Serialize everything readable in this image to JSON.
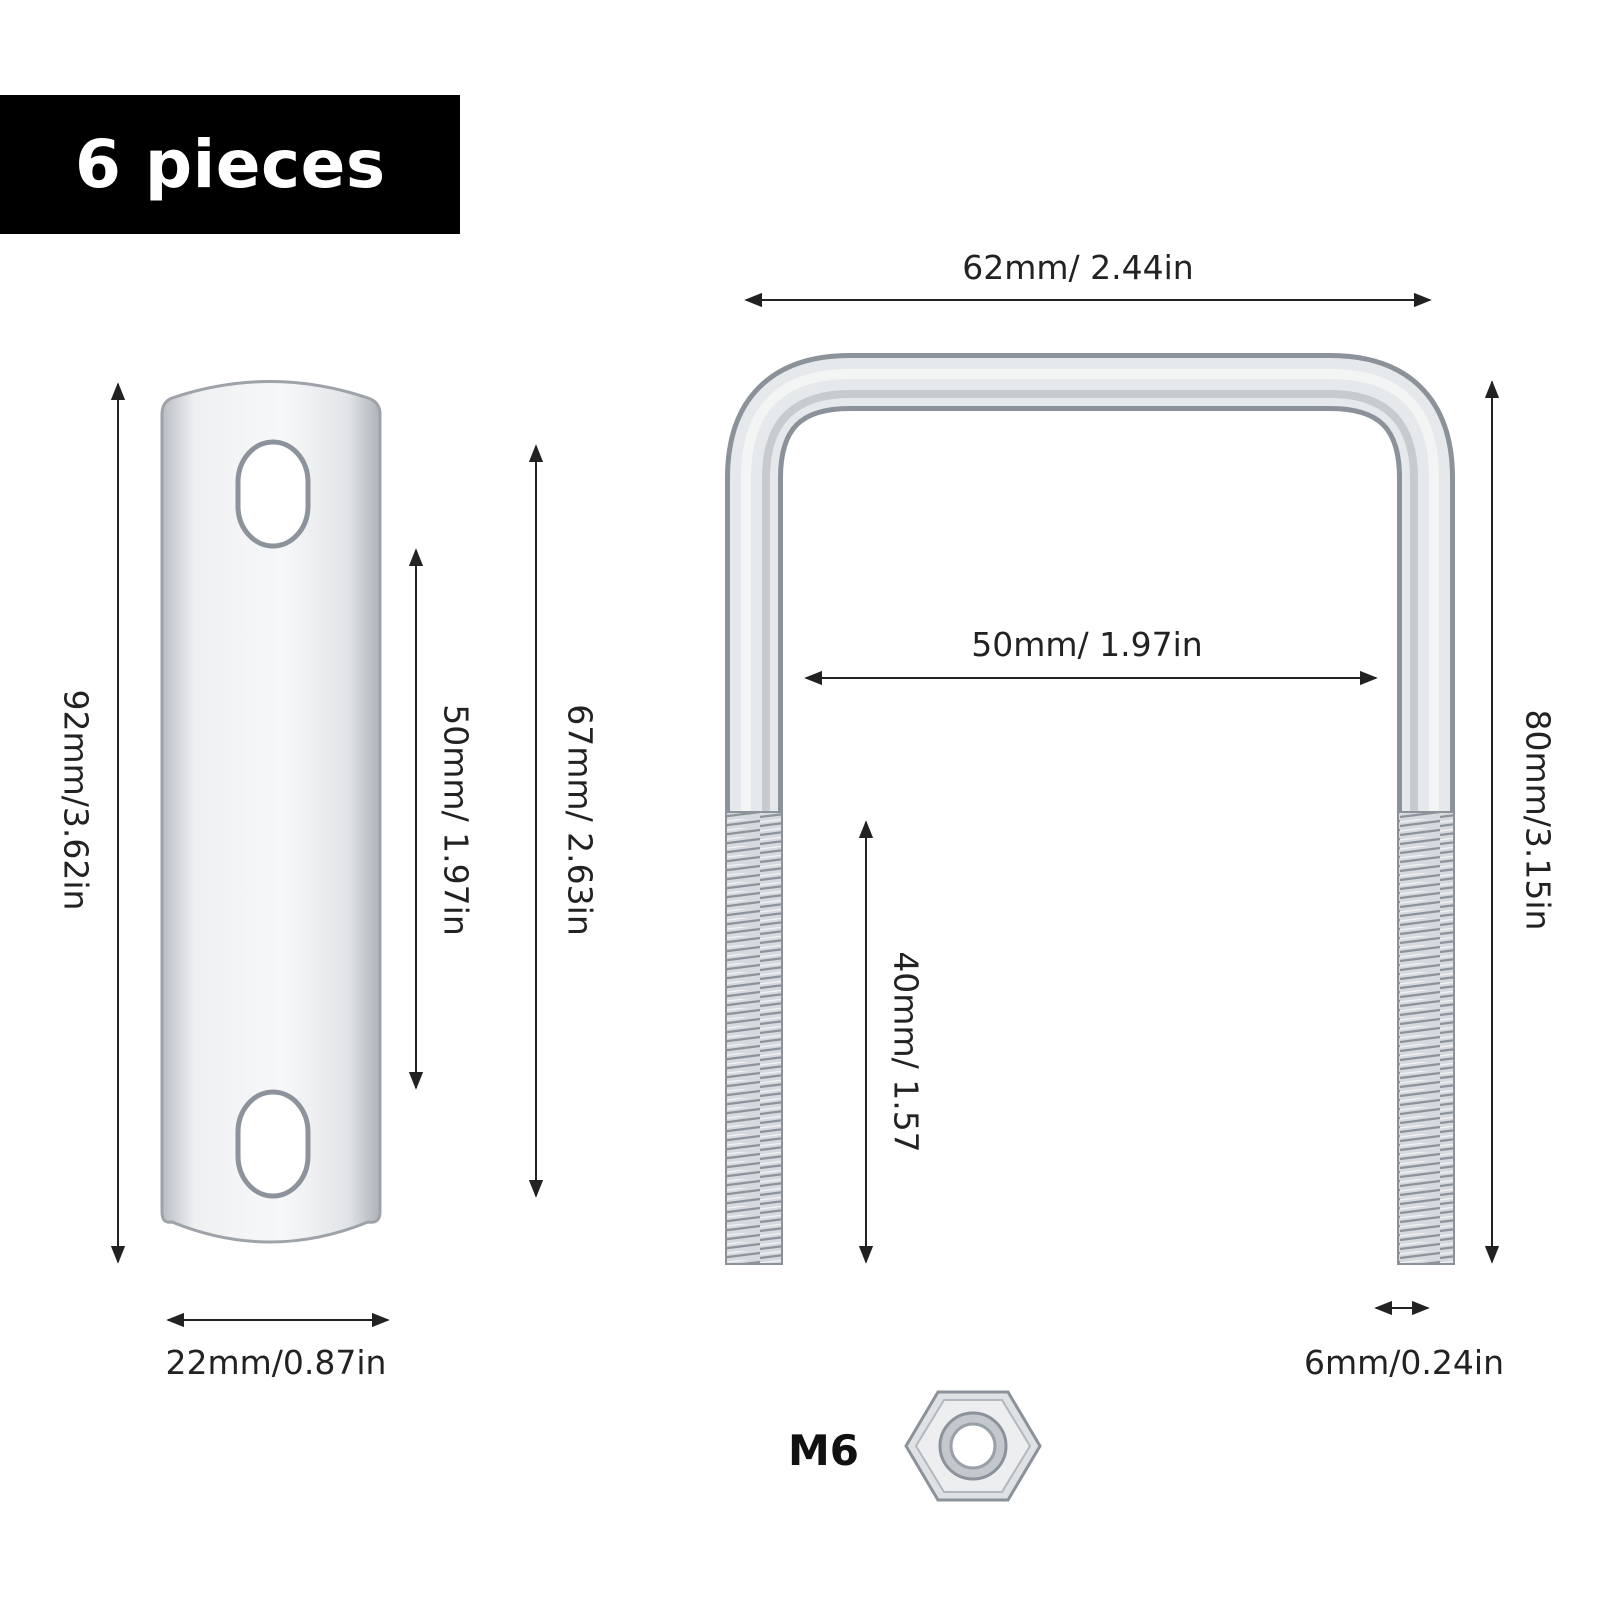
{
  "badge": {
    "text": "6 pieces"
  },
  "dimensions": {
    "plate_length": "92mm/3.62in",
    "plate_slot_inner": "50mm/ 1.97in",
    "plate_slot_outer": "67mm/ 2.63in",
    "plate_width": "22mm/0.87in",
    "ubolt_outer_width": "62mm/ 2.44in",
    "ubolt_inner_width": "50mm/ 1.97in",
    "ubolt_height": "80mm/3.15in",
    "thread_length": "40mm/ 1.57",
    "rod_diameter": "6mm/0.24in"
  },
  "nut": {
    "label": "M6"
  },
  "colors": {
    "metal": "#c9ccd1",
    "metal_dark": "#8e939a",
    "badge_bg": "#000000",
    "arrow": "#222222"
  }
}
